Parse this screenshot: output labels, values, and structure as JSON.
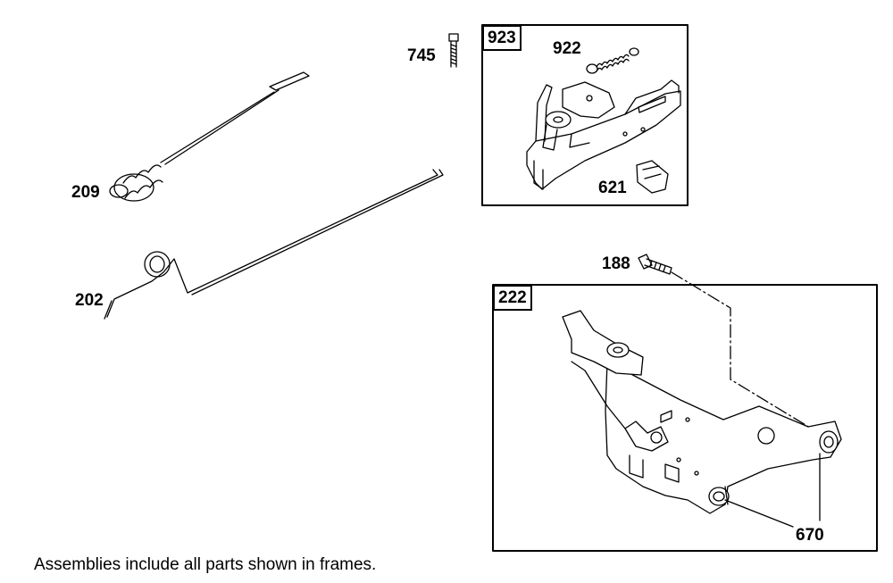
{
  "parts": {
    "p745": "745",
    "p923": "923",
    "p922": "922",
    "p621": "621",
    "p209": "209",
    "p202": "202",
    "p188": "188",
    "p222": "222",
    "p670": "670"
  },
  "footer": {
    "note": "Assemblies include all parts shown in frames."
  },
  "colors": {
    "line": "#000000",
    "background": "#ffffff"
  }
}
